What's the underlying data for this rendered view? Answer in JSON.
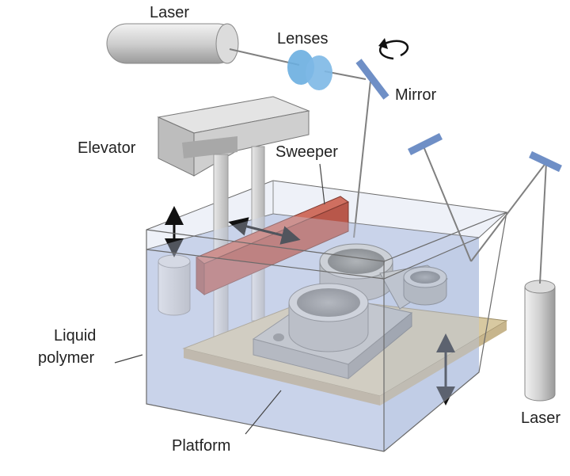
{
  "labels": {
    "laser_top": "Laser",
    "lenses": "Lenses",
    "mirror": "Mirror",
    "elevator": "Elevator",
    "sweeper": "Sweeper",
    "liquid_polymer_line1": "Liquid",
    "liquid_polymer_line2": "polymer",
    "platform": "Platform",
    "laser_right": "Laser"
  },
  "colors": {
    "liquid": "#c9d3ea",
    "tank_edge": "#6a6a6a",
    "platform_top": "#d8c9a1",
    "platform_side": "#b9a57c",
    "sweeper": "#b8574a",
    "part": "#c7c7c2",
    "laser_body": "#cfcfcf",
    "lens": "#6aaee0",
    "mirror": "#6f8fc6",
    "beam": "#808080"
  },
  "icons": [
    "rotation-arrow-icon",
    "vertical-double-arrow-icon",
    "horizontal-double-arrow-icon"
  ]
}
